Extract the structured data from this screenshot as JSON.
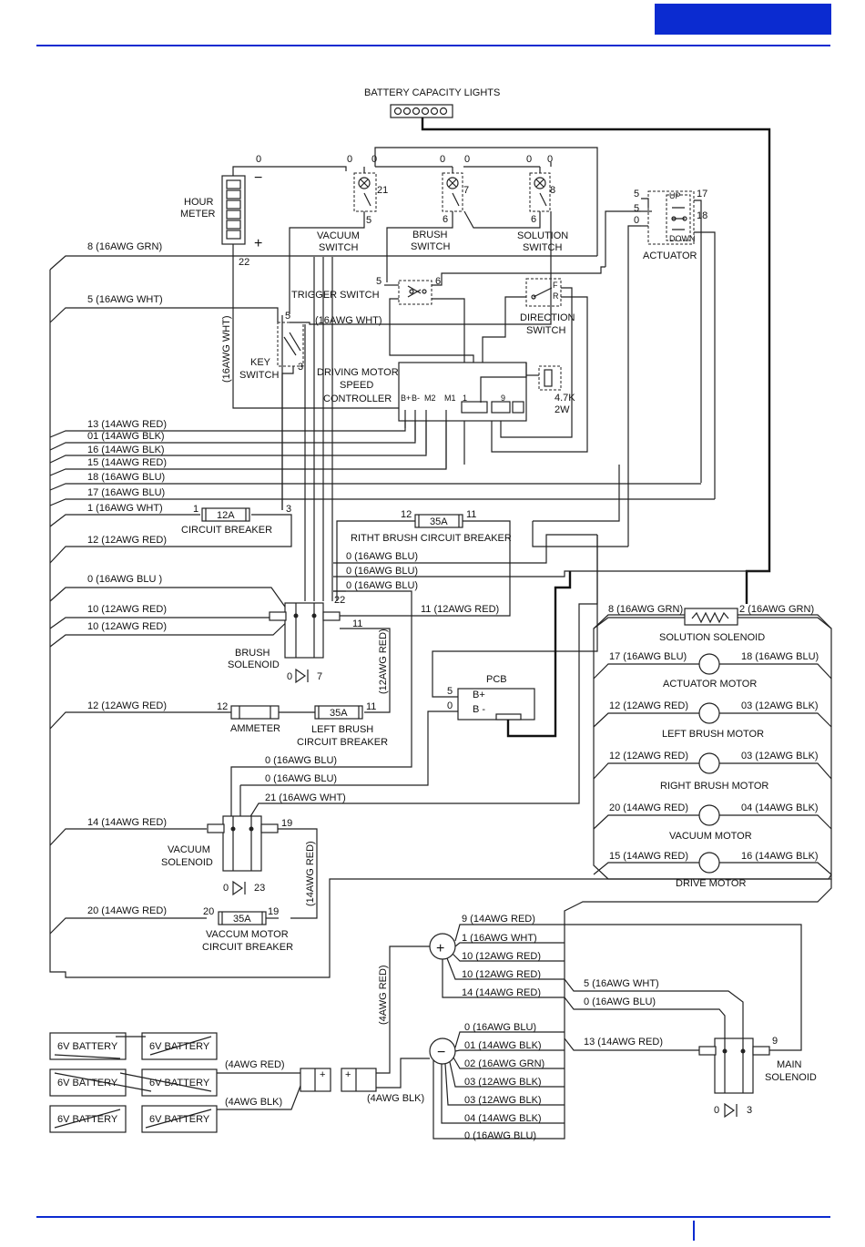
{
  "colors": {
    "accent": "#0b2bd0",
    "wire": "#222222"
  },
  "labels": {
    "battery_capacity_lights": "BATTERY CAPACITY LIGHTS",
    "hour_meter_1": "HOUR",
    "hour_meter_2": "METER",
    "vacuum_switch_1": "VACUUM",
    "vacuum_switch_2": "SWITCH",
    "brush_switch_1": "BRUSH",
    "brush_switch_2": "SWITCH",
    "solution_switch_1": "SOLUTION",
    "solution_switch_2": "SWITCH",
    "actuator": "ACTUATOR",
    "actuator_up": "UP",
    "actuator_down": "DOWN",
    "trigger_switch": "TRIGGER SWITCH",
    "direction_switch_1": "DIRECTION",
    "direction_switch_2": "SWITCH",
    "direction_f": "F",
    "direction_r": "R",
    "key_switch_1": "KEY",
    "key_switch_2": "SWITCH",
    "controller_1": "DRIVING MOTOR",
    "controller_2": "SPEED",
    "controller_3": "CONTROLLER",
    "term_bplus": "B+",
    "term_bminus": "B-",
    "term_m2": "M2",
    "term_m1": "M1",
    "term_1": "1",
    "term_9": "9",
    "resistor_1": "4.7K",
    "resistor_2": "2W",
    "awg_16_wht_vertical": "(16AWG WHT)",
    "circuit_breaker": "CIRCUIT BREAKER",
    "cb_12a": "12A",
    "right_brush_cb": "RITHT BRUSH CIRCUIT BREAKER",
    "cb_35a": "35A",
    "brush_solenoid_1": "BRUSH",
    "brush_solenoid_2": "SOLENOID",
    "awg_12_red_vertical": "(12AWG RED)",
    "pcb": "PCB",
    "pcb_bplus": "B+",
    "pcb_bminus": "B -",
    "ammeter": "AMMETER",
    "left_brush_cb_1": "LEFT BRUSH",
    "left_brush_cb_2": "CIRCUIT BREAKER",
    "vacuum_solenoid_1": "VACUUM",
    "vacuum_solenoid_2": "SOLENOID",
    "awg_14_red_vertical": "(14AWG RED)",
    "vaccum_cb_1": "VACCUM MOTOR",
    "vaccum_cb_2": "CIRCUIT BREAKER",
    "solution_solenoid": "SOLUTION SOLENOID",
    "actuator_motor": "ACTUATOR MOTOR",
    "left_brush_motor": "LEFT BRUSH MOTOR",
    "right_brush_motor": "RIGHT BRUSH MOTOR",
    "vacuum_motor": "VACUUM MOTOR",
    "drive_motor": "DRIVE MOTOR",
    "main_solenoid_1": "MAIN",
    "main_solenoid_2": "SOLENOID",
    "battery": "6V BATTERY",
    "awg_4_red": "(4AWG RED)",
    "awg_4_blk": "(4AWG BLK)",
    "awg_4_red_vertical": "(4AWG RED)",
    "plus_sign": "+",
    "minus_sign": "−"
  },
  "left_wires": [
    "8  (16AWG GRN)",
    "5  (16AWG WHT)",
    "13  (14AWG RED)",
    "01  (14AWG BLK)",
    "16  (14AWG BLK)",
    "15  (14AWG RED)",
    "18  (16AWG BLU)",
    "17  (16AWG BLU)",
    "1    (16AWG WHT)",
    "12  (12AWG RED)",
    "0  (16AWG BLU )",
    "10  (12AWG RED)",
    "10  (12AWG RED)",
    "12  (12AWG RED)",
    "14  (14AWG RED)",
    "20  (14AWG RED)"
  ],
  "inner_wires": {
    "white_16": "(16AWG WHT)",
    "blu_a": "0   (16AWG BLU)",
    "blu_b": "0   (16AWG BLU)",
    "blu_c": "0   (16AWG BLU)",
    "red_11": "11 (12AWG RED)",
    "blu_d": "0     (16AWG BLU)",
    "blu_e": "0     (16AWG BLU)",
    "wht_21": "21    (16AWG WHT)"
  },
  "motor_wires": [
    {
      "left": "8 (16AWG GRN)",
      "right": "2 (16AWG GRN)"
    },
    {
      "left": "17 (16AWG BLU)",
      "right": "18 (16AWG BLU)"
    },
    {
      "left": "12 (12AWG RED)",
      "right": "03 (12AWG BLK)"
    },
    {
      "left": "12 (12AWG RED)",
      "right": "03 (12AWG BLK)"
    },
    {
      "left": "20 (14AWG RED)",
      "right": "04 (14AWG BLK)"
    },
    {
      "left": "15 (14AWG RED)",
      "right": "16 (14AWG BLK)"
    }
  ],
  "plus_bus": [
    "9 (14AWG RED)",
    "1  (16AWG WHT)",
    "10 (12AWG RED)",
    "10 (12AWG RED)",
    "14 (14AWG RED)"
  ],
  "minus_bus": [
    "0   (16AWG BLU)",
    "01  (14AWG BLK)",
    "02  (16AWG GRN)",
    "03  (12AWG BLK)",
    "03  (12AWG BLK)",
    "04  (14AWG BLK)",
    "0   (16AWG BLU)"
  ],
  "main_sol_wires": [
    "5 (16AWG WHT)",
    "0 (16AWG BLU)",
    "13 (14AWG RED)"
  ],
  "numbers": {
    "n0": "0",
    "n1": "1",
    "n2": "2",
    "n3": "3",
    "n5": "5",
    "n6": "6",
    "n7": "7",
    "n8": "8",
    "n9": "9",
    "n11": "11",
    "n12": "12",
    "n17": "17",
    "n18": "18",
    "n19": "19",
    "n20": "20",
    "n21": "21",
    "n22": "22",
    "n23": "23"
  }
}
